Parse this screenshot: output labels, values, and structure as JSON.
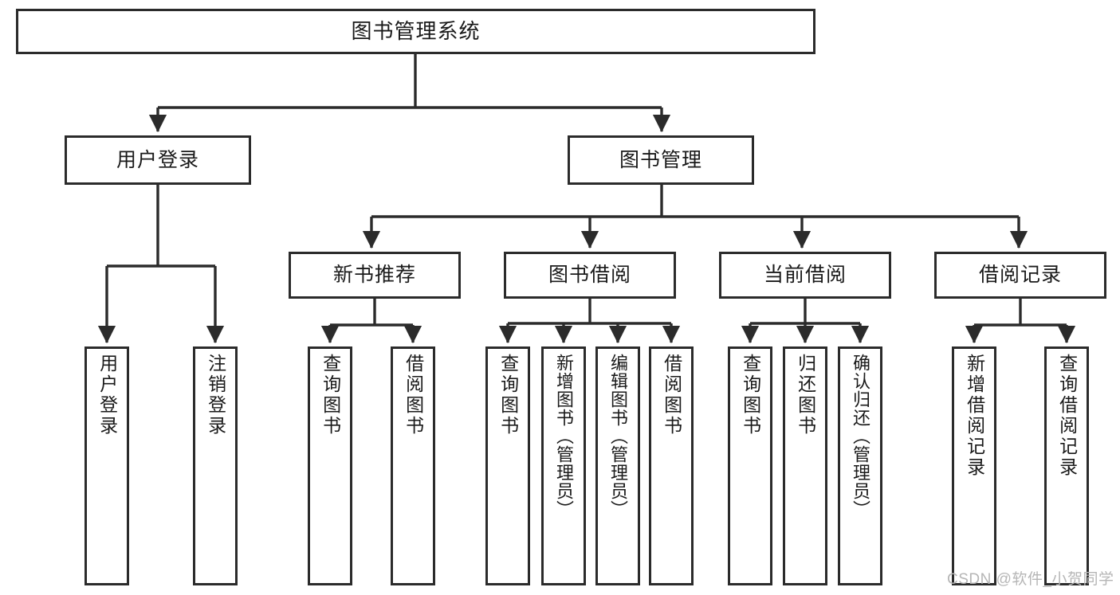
{
  "diagram": {
    "title": "图书管理系统",
    "type": "hierarchy-tree",
    "watermark": "CSDN @软件_小贺同学",
    "colors": {
      "stroke": "#2b2b2b",
      "fill": "#ffffff",
      "text": "#1a1a1a",
      "watermark": "#b6b6b6"
    },
    "nodes": {
      "root": {
        "label": "图书管理系统",
        "level": 1
      },
      "level2": [
        {
          "id": "user-login",
          "label": "用户登录"
        },
        {
          "id": "book-manage",
          "label": "图书管理"
        }
      ],
      "level3": [
        {
          "id": "new-book-recommend",
          "label": "新书推荐"
        },
        {
          "id": "book-borrow",
          "label": "图书借阅"
        },
        {
          "id": "current-borrow",
          "label": "当前借阅"
        },
        {
          "id": "borrow-record",
          "label": "借阅记录"
        }
      ],
      "leaves": {
        "user-login": [
          {
            "id": "leaf-user-login",
            "label": "用户登录"
          },
          {
            "id": "leaf-logout",
            "label": "注销登录"
          }
        ],
        "new-book-recommend": [
          {
            "id": "leaf-query-book-1",
            "label": "查询图书"
          },
          {
            "id": "leaf-borrow-book-1",
            "label": "借阅图书"
          }
        ],
        "book-borrow": [
          {
            "id": "leaf-query-book-2",
            "label": "查询图书"
          },
          {
            "id": "leaf-add-book",
            "label": "新增图书（管理员）"
          },
          {
            "id": "leaf-edit-book",
            "label": "编辑图书（管理员）"
          },
          {
            "id": "leaf-borrow-book-2",
            "label": "借阅图书"
          }
        ],
        "current-borrow": [
          {
            "id": "leaf-query-book-3",
            "label": "查询图书"
          },
          {
            "id": "leaf-return-book",
            "label": "归还图书"
          },
          {
            "id": "leaf-confirm-return",
            "label": "确认归还（管理员）"
          }
        ],
        "borrow-record": [
          {
            "id": "leaf-add-record",
            "label": "新增借阅记录"
          },
          {
            "id": "leaf-query-record",
            "label": "查询借阅记录"
          }
        ]
      }
    }
  }
}
